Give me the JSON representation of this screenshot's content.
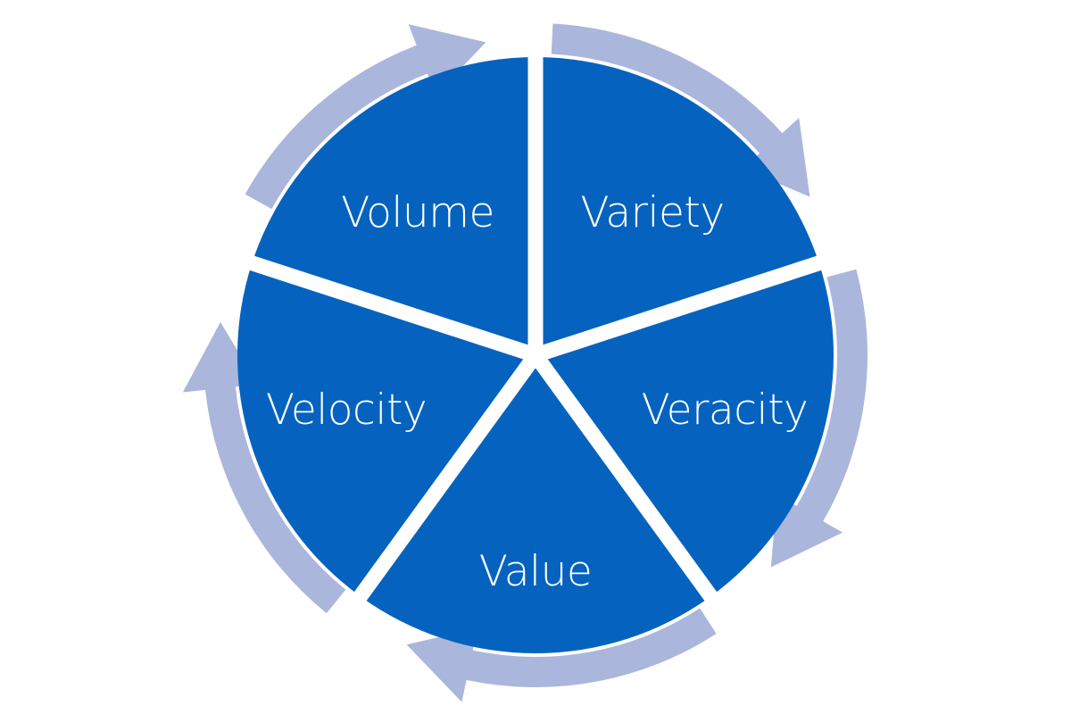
{
  "colors": {
    "segment": "#0563BF",
    "arrow": "#AAB6DC",
    "background": "#FFFFFF",
    "label": "#FFFFFF"
  },
  "diagram": {
    "type": "cycle",
    "segments": [
      {
        "label": "Volume"
      },
      {
        "label": "Variety"
      },
      {
        "label": "Veracity"
      },
      {
        "label": "Value"
      },
      {
        "label": "Velocity"
      }
    ]
  }
}
